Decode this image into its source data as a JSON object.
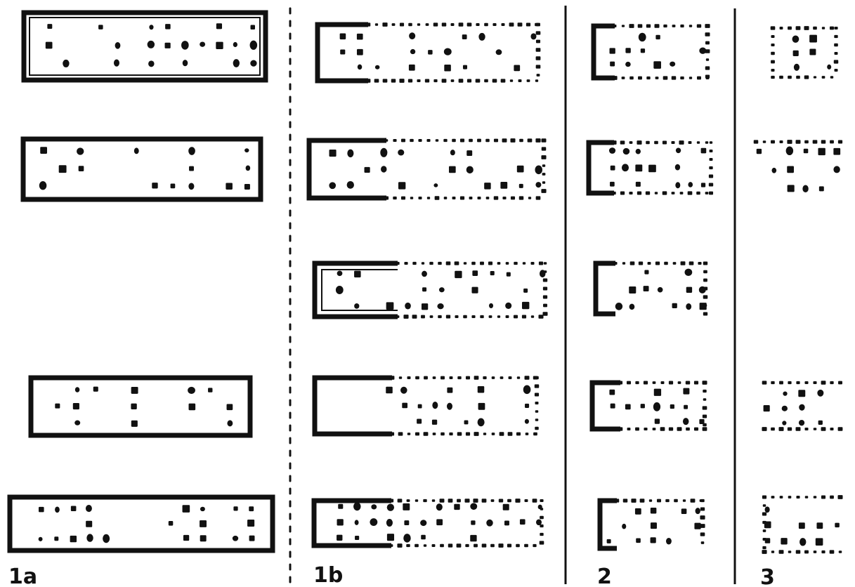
{
  "colors": {
    "ink": "#111111",
    "background": "#ffffff"
  },
  "columns": [
    {
      "id": "1a",
      "label": "1a",
      "rows": [
        1,
        2,
        4,
        5
      ]
    },
    {
      "id": "1b",
      "label": "1b",
      "rows": [
        1,
        2,
        3,
        4,
        5
      ]
    },
    {
      "id": "2",
      "label": "2",
      "rows": [
        1,
        2,
        3,
        4,
        5
      ]
    },
    {
      "id": "3",
      "label": "3",
      "rows": [
        1,
        2,
        4,
        5
      ]
    }
  ],
  "separators": [
    {
      "between": [
        "1a",
        "1b"
      ],
      "style": "dotted"
    },
    {
      "between": [
        "1b",
        "2"
      ],
      "style": "solid"
    },
    {
      "between": [
        "2",
        "3"
      ],
      "style": "solid"
    }
  ]
}
